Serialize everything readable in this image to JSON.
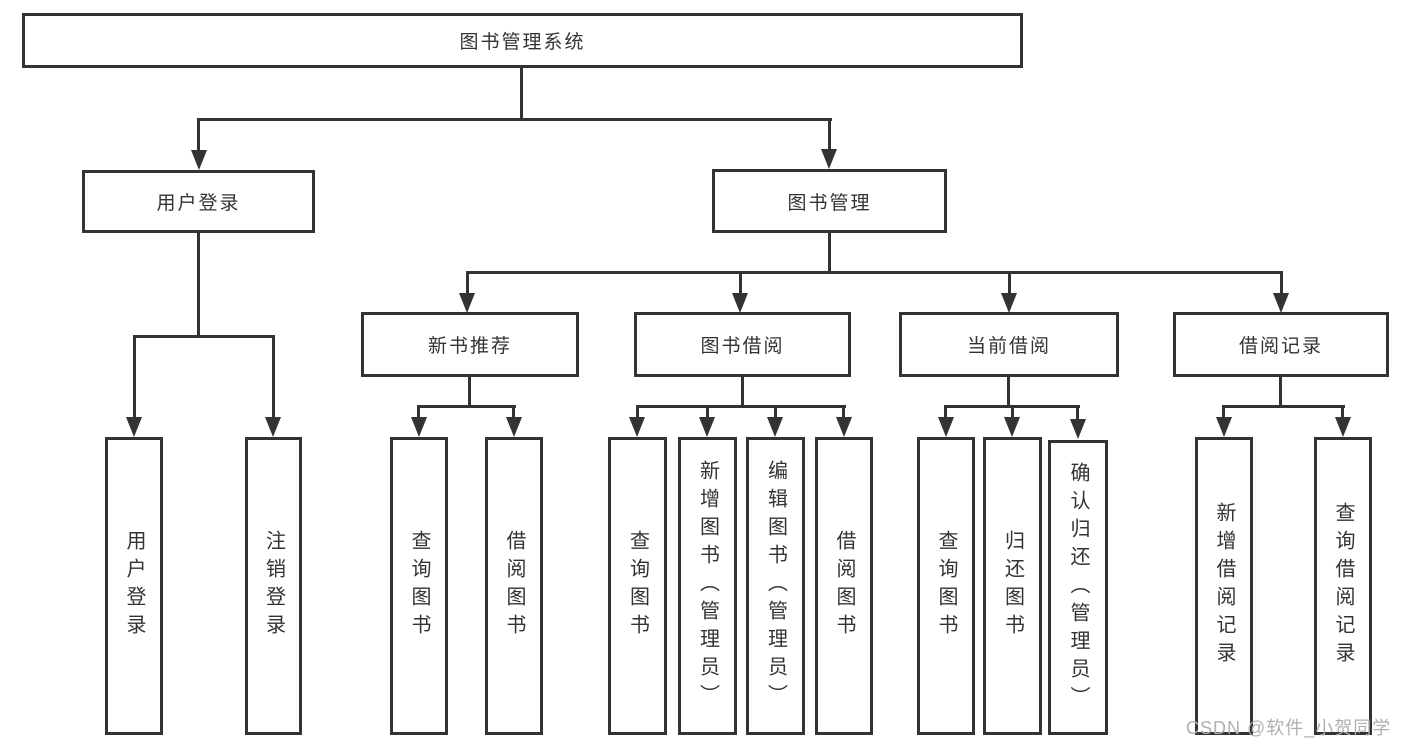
{
  "diagram": {
    "title_node": {
      "label": "图书管理系统"
    },
    "user_login": {
      "label": "用户登录",
      "children": [
        {
          "label": "用户登录"
        },
        {
          "label": "注销登录"
        }
      ]
    },
    "book_mgmt": {
      "label": "图书管理",
      "children": [
        {
          "label": "新书推荐",
          "children": [
            {
              "label": "查询图书"
            },
            {
              "label": "借阅图书"
            }
          ]
        },
        {
          "label": "图书借阅",
          "children": [
            {
              "label": "查询图书"
            },
            {
              "label": "新增图书（管理员）"
            },
            {
              "label": "编辑图书（管理员）"
            },
            {
              "label": "借阅图书"
            }
          ]
        },
        {
          "label": "当前借阅",
          "children": [
            {
              "label": "查询图书"
            },
            {
              "label": "归还图书"
            },
            {
              "label": "确认归还（管理员）"
            }
          ]
        },
        {
          "label": "借阅记录",
          "children": [
            {
              "label": "新增借阅记录"
            },
            {
              "label": "查询借阅记录"
            }
          ]
        }
      ]
    }
  },
  "watermark": {
    "text": "CSDN @软件_小贺同学"
  },
  "colors": {
    "line": "#333333",
    "text": "#333333",
    "box_bg": "#ffffff",
    "watermark": "#b0b0b0"
  }
}
